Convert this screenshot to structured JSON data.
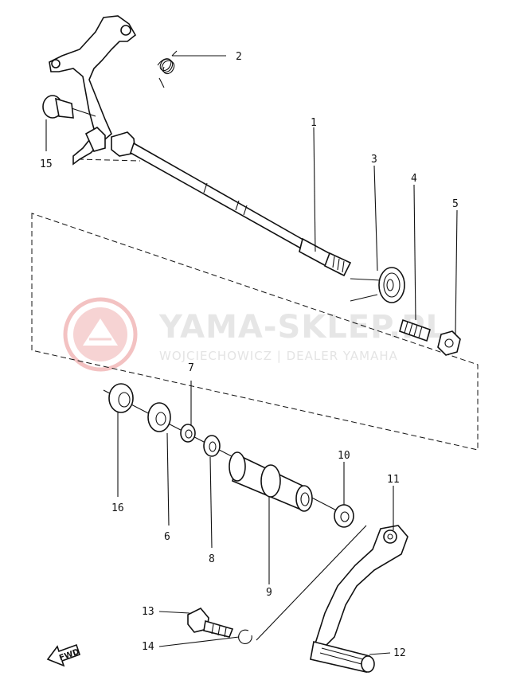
{
  "watermark": {
    "title": "YAMA-SKLEP.PL",
    "subtitle": "WOJCIECHOWICZ | DEALER YAMAHA"
  },
  "direction_label": "FWD",
  "callouts": [
    {
      "id": "1",
      "text": "1"
    },
    {
      "id": "2",
      "text": "2"
    },
    {
      "id": "3",
      "text": "3"
    },
    {
      "id": "4",
      "text": "4"
    },
    {
      "id": "5",
      "text": "5"
    },
    {
      "id": "6",
      "text": "6"
    },
    {
      "id": "7",
      "text": "7"
    },
    {
      "id": "8",
      "text": "8"
    },
    {
      "id": "9",
      "text": "9"
    },
    {
      "id": "10",
      "text": "10"
    },
    {
      "id": "11",
      "text": "11"
    },
    {
      "id": "12",
      "text": "12"
    },
    {
      "id": "13",
      "text": "13"
    },
    {
      "id": "14",
      "text": "14"
    },
    {
      "id": "15",
      "text": "15"
    },
    {
      "id": "16",
      "text": "16"
    }
  ]
}
